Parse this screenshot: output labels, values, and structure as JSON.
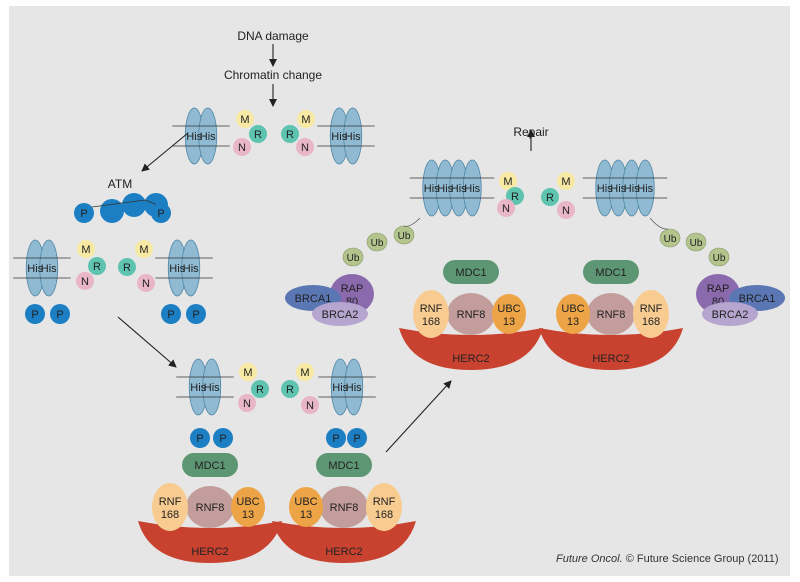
{
  "labels": {
    "dna_damage": "DNA damage",
    "chromatin_change": "Chromatin change",
    "atm": "ATM",
    "repair": "Repair",
    "his": "His",
    "m": "M",
    "r": "R",
    "n": "N",
    "p": "P",
    "ub": "Ub",
    "mdc1": "MDC1",
    "rnf8": "RNF8",
    "rnf168": [
      "RNF",
      "168"
    ],
    "ubc13": [
      "UBC",
      "13"
    ],
    "herc2": "HERC2",
    "rap80": [
      "RAP",
      "80"
    ],
    "brca1": "BRCA1",
    "brca2": "BRCA2"
  },
  "credit": {
    "journal": "Future Oncol.",
    "text": "© Future Science Group (2011)"
  },
  "colors": {
    "background": "#e6e6e6",
    "histone": "#8fbad2",
    "histone_dark": "#4f86a6",
    "m": "#f7e9a4",
    "r": "#5ec4b0",
    "n": "#e8b6c6",
    "p": "#1c7fc4",
    "ub": "#b3c48d",
    "mdc1": "#5d9673",
    "rnf8": "#c39d9b",
    "rnf168": "#f8cc90",
    "ubc13": "#eda447",
    "herc2": "#c94230",
    "rap80": "#8a6aad",
    "brca1": "#5a76b3",
    "brca2": "#b5a5cf"
  }
}
